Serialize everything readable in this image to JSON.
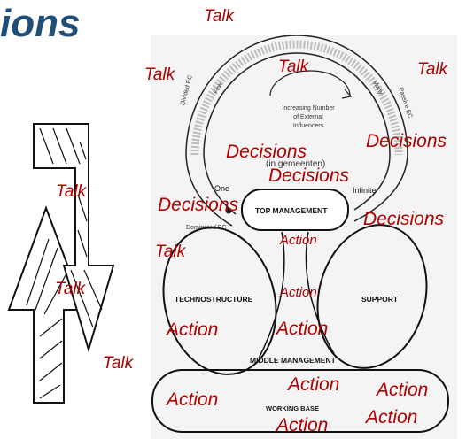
{
  "title_fragment": "ions",
  "diagram": {
    "scan_labels": {
      "divided_ec": "Divided EC",
      "few": "Few",
      "many": "Many",
      "passive_ec": "Passive EC",
      "increasing": "Increasing Number of External Influencers",
      "gemeenten": "(in gemeenten)",
      "one": "One",
      "infinite": "Infinite",
      "dominated_ec": "Dominated EC",
      "top_management": "TOP MANAGEMENT",
      "technostructure": "TECHNOSTRUCTURE",
      "support": "SUPPORT",
      "middle_management": "MIDDLE MANAGEMENT",
      "working_base": "WORKING BASE"
    },
    "overlay": {
      "talk": [
        "Talk",
        "Talk",
        "Talk",
        "Talk",
        "Talk",
        "Talk",
        "Talk",
        "Talk"
      ],
      "decisions": [
        "Decisions",
        "Decisions",
        "Decisions",
        "Decisions",
        "Decisions"
      ],
      "action": [
        "Action",
        "Action",
        "Action",
        "Action",
        "Action",
        "Action",
        "Action",
        "Action",
        "Action"
      ]
    }
  },
  "colors": {
    "overlay_text": "#b00000",
    "title": "#1f4e79",
    "scan_line": "#222222",
    "arc_fill": "#bdbdbd"
  }
}
